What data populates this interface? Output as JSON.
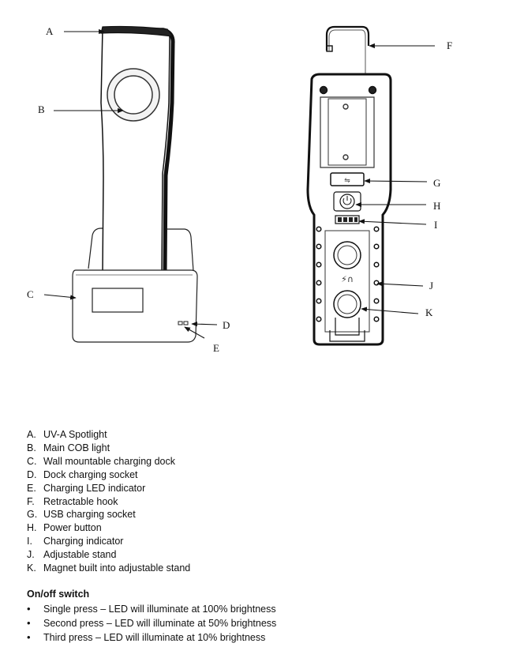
{
  "callouts": [
    "A",
    "B",
    "C",
    "D",
    "E",
    "F",
    "G",
    "H",
    "I",
    "J",
    "K"
  ],
  "parts": [
    {
      "letter": "A.",
      "label": "UV-A Spotlight"
    },
    {
      "letter": "B.",
      "label": "Main COB light"
    },
    {
      "letter": "C.",
      "label": "Wall mountable charging dock"
    },
    {
      "letter": "D.",
      "label": "Dock charging socket"
    },
    {
      "letter": "E.",
      "label": "Charging LED indicator"
    },
    {
      "letter": "F.",
      "label": "Retractable hook"
    },
    {
      "letter": "G.",
      "label": "USB charging socket"
    },
    {
      "letter": "H.",
      "label": "Power button"
    },
    {
      "letter": "I.",
      "label": "Charging indicator"
    },
    {
      "letter": "J.",
      "label": "Adjustable stand"
    },
    {
      "letter": "K.",
      "label": "Magnet built into adjustable stand"
    }
  ],
  "switch": {
    "title": "On/off switch",
    "bullet": "•",
    "items": [
      "Single press – LED will illuminate at 100% brightness",
      "Second press – LED will illuminate at 50% brightness",
      "Third press – LED will illuminate at 10% brightness"
    ]
  }
}
